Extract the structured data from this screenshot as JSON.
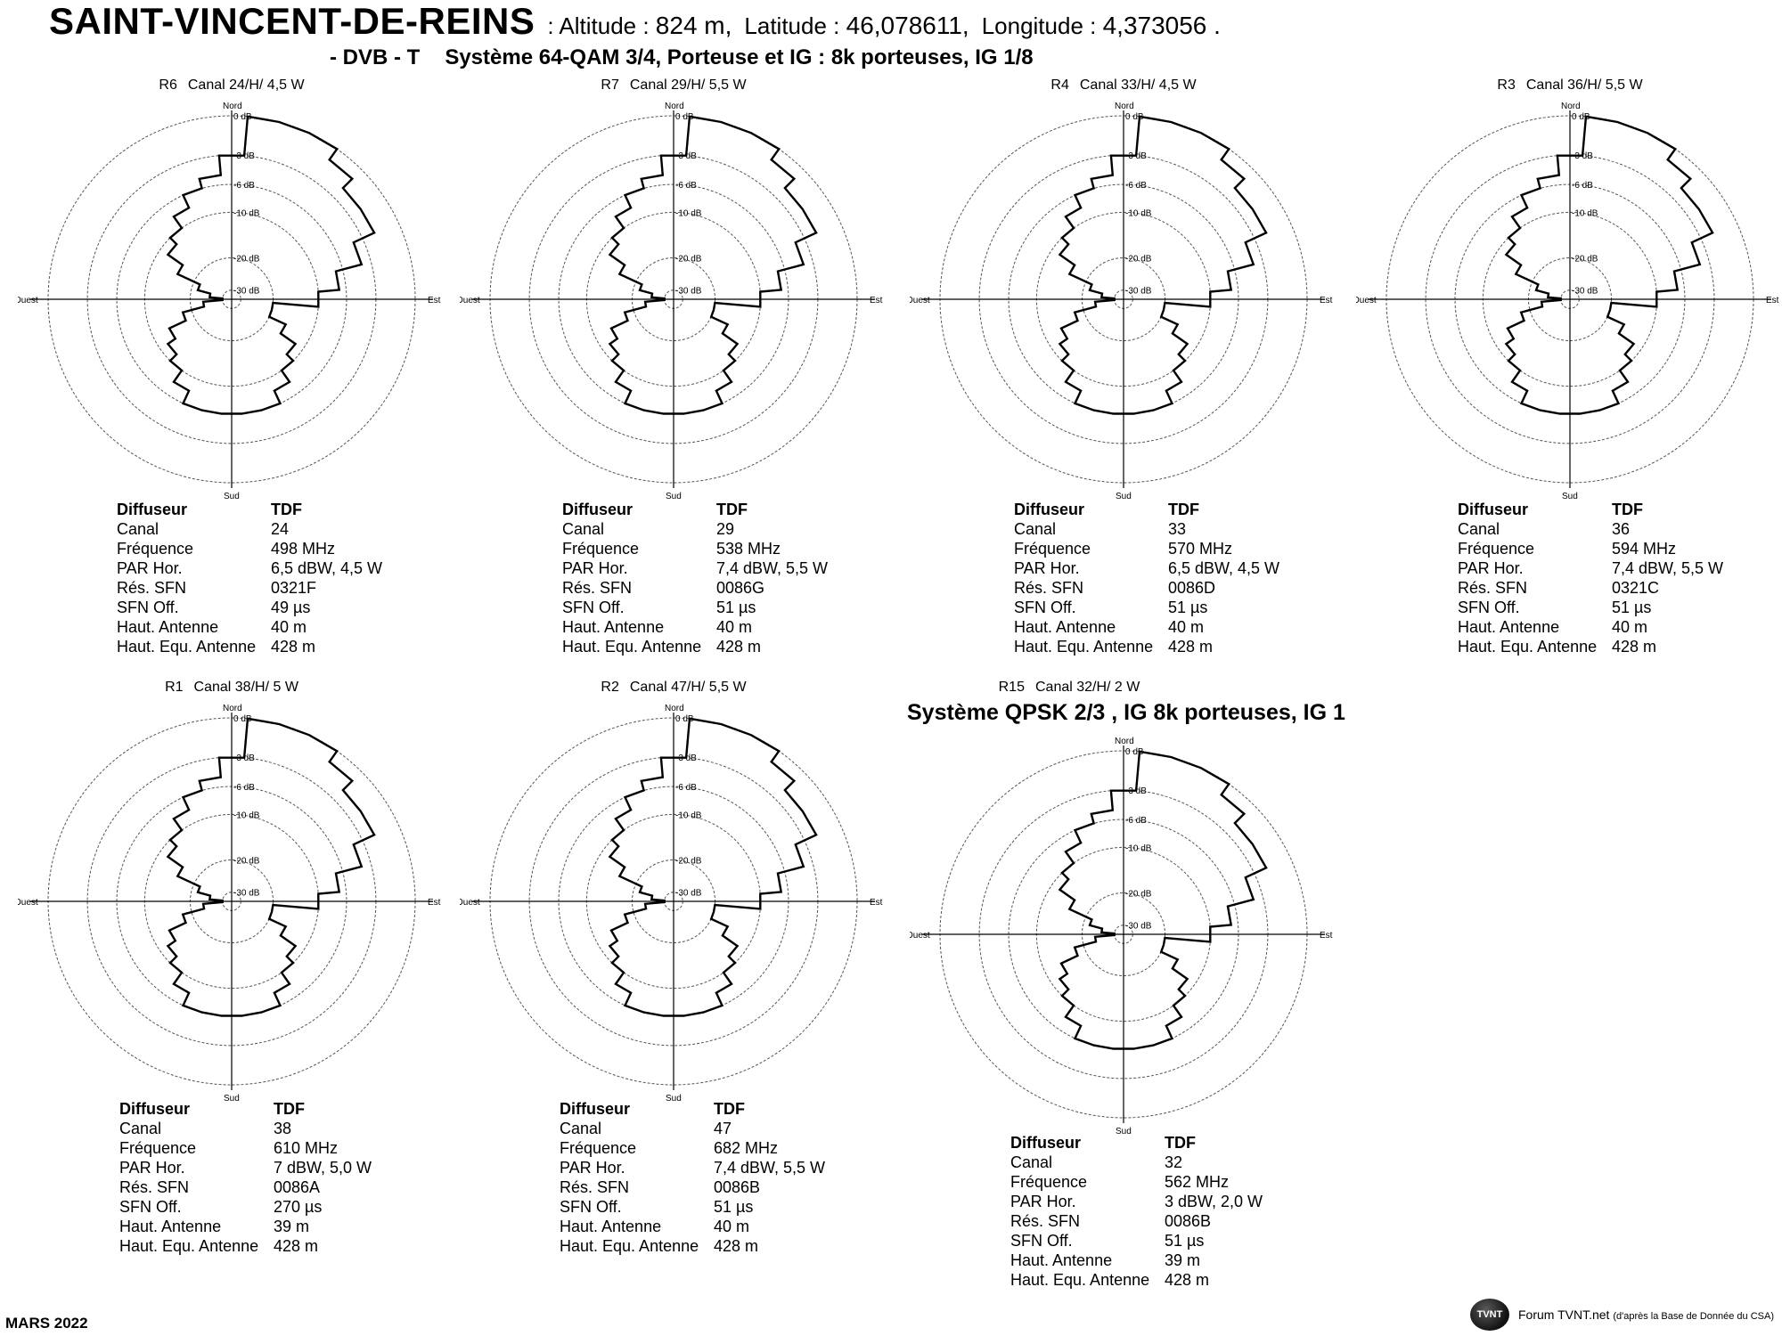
{
  "header": {
    "site": "SAINT-VINCENT-DE-REINS",
    "altitude_label": ": Altitude :",
    "altitude_value": "824 m,",
    "latitude_label": "Latitude :",
    "latitude_value": "46,078611,",
    "longitude_label": "Longitude :",
    "longitude_value": "4,373056 .",
    "system_prefix": "- DVB - T",
    "system": "Système 64-QAM 3/4,  Porteuse et IG : 8k porteuses, IG 1/8"
  },
  "qpsk_system": "Système  QPSK 2/3 , IG 8k porteuses, IG 1",
  "polar_labels": {
    "north": "Nord",
    "south": "Sud",
    "west": "Ouest",
    "east": "Est",
    "rings": [
      "0 dB",
      "-3 dB",
      "-6 dB",
      "-10 dB",
      "-20 dB",
      "-30 dB"
    ]
  },
  "info_keys": [
    "Diffuseur",
    "Canal",
    "Fréquence",
    "PAR Hor.",
    "Rés. SFN",
    "SFN Off.",
    "Haut. Antenne",
    "Haut. Equ. Antenne"
  ],
  "panels": [
    {
      "id": "R6",
      "canal_label": "Canal 24/H/ 4,5 W",
      "info": [
        "TDF",
        "24",
        "498 MHz",
        "6,5 dBW, 4,5 W",
        "0321F",
        "49 µs",
        "40 m",
        "428 m"
      ]
    },
    {
      "id": "R7",
      "canal_label": "Canal 29/H/ 5,5 W",
      "info": [
        "TDF",
        "29",
        "538 MHz",
        "7,4 dBW, 5,5 W",
        "0086G",
        "51 µs",
        "40 m",
        "428 m"
      ]
    },
    {
      "id": "R4",
      "canal_label": "Canal 33/H/ 4,5 W",
      "info": [
        "TDF",
        "33",
        "570 MHz",
        "6,5 dBW, 4,5 W",
        "0086D",
        "51 µs",
        "40 m",
        "428 m"
      ]
    },
    {
      "id": "R3",
      "canal_label": "Canal 36/H/ 5,5 W",
      "info": [
        "TDF",
        "36",
        "594 MHz",
        "7,4 dBW, 5,5 W",
        "0321C",
        "51 µs",
        "40 m",
        "428 m"
      ]
    },
    {
      "id": "R1",
      "canal_label": "Canal 38/H/  5  W",
      "info": [
        "TDF",
        "38",
        "610 MHz",
        "7 dBW, 5,0 W",
        "0086A",
        "270 µs",
        "39 m",
        "428 m"
      ]
    },
    {
      "id": "R2",
      "canal_label": "Canal 47/H/ 5,5 W",
      "info": [
        "TDF",
        "47",
        "682 MHz",
        "7,4 dBW, 5,5 W",
        "0086B",
        "51 µs",
        "40 m",
        "428 m"
      ]
    },
    {
      "id": "R15",
      "canal_label": "Canal 32/H/ 2  W",
      "info": [
        "TDF",
        "32",
        "562 MHz",
        "3 dBW, 2,0 W",
        "0086B",
        "51 µs",
        "39 m",
        "428 m"
      ]
    }
  ],
  "chart_data": {
    "type": "polar",
    "rings_db": [
      0,
      -3,
      -6,
      -10,
      -20,
      -30
    ],
    "angles_deg": [
      0,
      10,
      20,
      30,
      40,
      50,
      60,
      70,
      80,
      90,
      100,
      110,
      120,
      130,
      140,
      150,
      160,
      170,
      180,
      190,
      200,
      210,
      220,
      230,
      240,
      250,
      260,
      270,
      280,
      290,
      300,
      310,
      320,
      330,
      340,
      350
    ],
    "pattern_db": [
      -3,
      0,
      0,
      0,
      -1,
      -2,
      -2,
      -4,
      -7,
      -10,
      -20,
      -20,
      -16,
      -12,
      -10,
      -8,
      -6,
      -6,
      -6,
      -6,
      -6,
      -8,
      -10,
      -12,
      -14,
      -18,
      -24,
      -30,
      -26,
      -22,
      -16,
      -12,
      -10,
      -8,
      -6,
      -5
    ]
  },
  "footer": {
    "date": "MARS 2022",
    "logo": "TVNT",
    "credit": "Forum TVNT.net",
    "credit_sub": "(d'après la Base de Donnée du CSA)"
  }
}
